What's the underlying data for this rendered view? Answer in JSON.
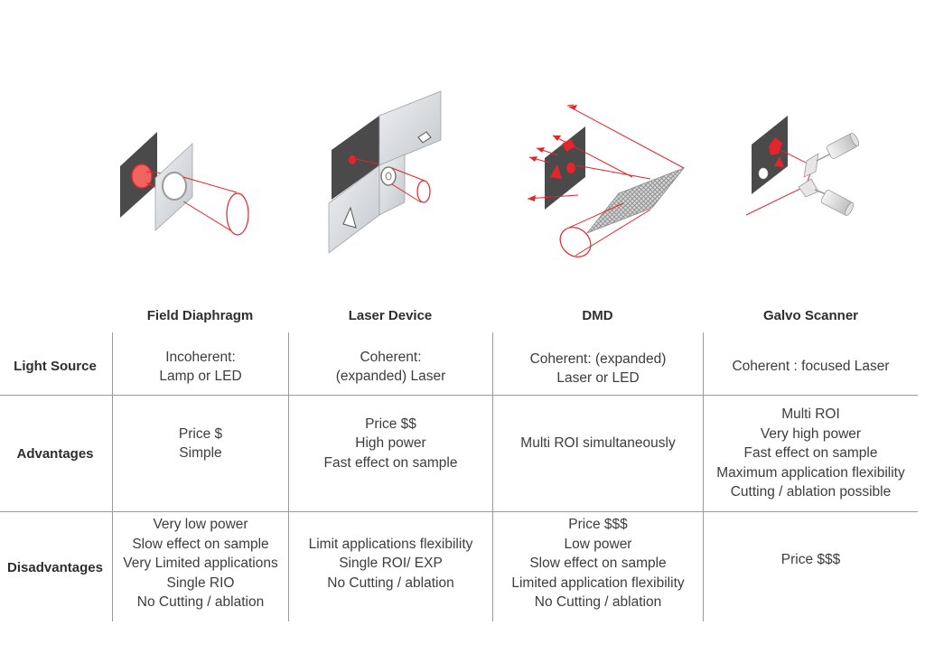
{
  "columns": [
    {
      "id": "field-diaphragm",
      "label": "Field Diaphragm"
    },
    {
      "id": "laser-device",
      "label": "Laser Device"
    },
    {
      "id": "dmd",
      "label": "DMD"
    },
    {
      "id": "galvo-scanner",
      "label": "Galvo Scanner"
    }
  ],
  "rows": [
    {
      "id": "light-source",
      "label": "Light Source"
    },
    {
      "id": "advantages",
      "label": "Advantages"
    },
    {
      "id": "disadvantages",
      "label": "Disadvantages"
    }
  ],
  "cells": {
    "light_source": [
      [
        "Incoherent:",
        "Lamp or LED"
      ],
      [
        "Coherent:",
        "(expanded) Laser"
      ],
      [
        "Coherent: (expanded)",
        "Laser or LED"
      ],
      [
        "Coherent : focused Laser"
      ]
    ],
    "advantages": [
      [
        "Price $",
        "Simple"
      ],
      [
        "Price $$",
        "High power",
        "Fast effect on sample"
      ],
      [
        "Multi ROI simultaneously"
      ],
      [
        "Multi ROI",
        "Very high power",
        "Fast effect on sample",
        "Maximum application flexibility",
        "Cutting / ablation possible"
      ]
    ],
    "disadvantages": [
      [
        "Very low power",
        "Slow effect on sample",
        "Very Limited applications",
        "Single RIO",
        "No Cutting / ablation"
      ],
      [
        "Limit applications flexibility",
        "Single ROI/ EXP",
        "No Cutting / ablation"
      ],
      [
        "Price $$$",
        "Low power",
        "Slow effect on sample",
        "Limited application flexibility",
        "No Cutting / ablation"
      ],
      [
        "Price $$$"
      ]
    ]
  },
  "colors": {
    "accent_red": "#e5242b",
    "dark_panel": "#4a4a4a",
    "glass_panel": "#d9dcdf",
    "grid_line": "#9a9a9a",
    "text": "#3d3d3d"
  }
}
